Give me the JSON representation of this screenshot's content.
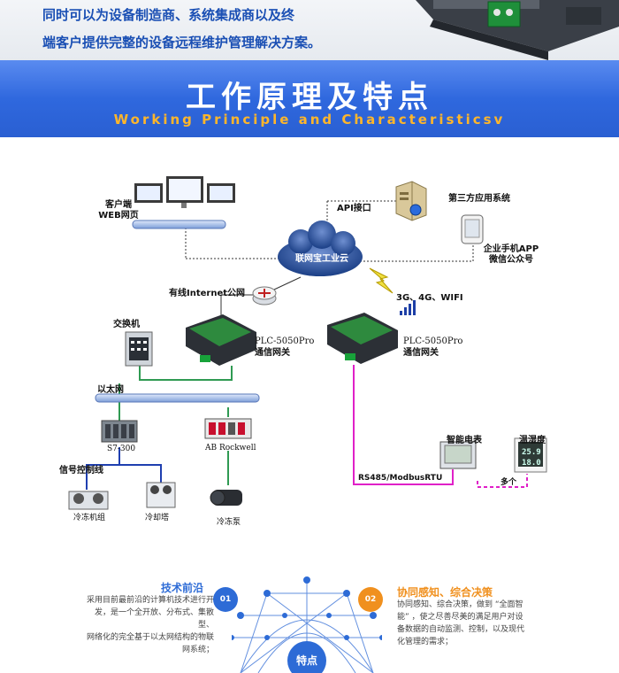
{
  "intro": {
    "line1": "同时可以为设备制造商、系统集成商以及终",
    "line2": "端客户提供完整的设备远程维护管理解决方案。"
  },
  "section": {
    "title": "工作原理及特点",
    "subtitle": "Working Principle and Characteristicsv"
  },
  "diagram": {
    "client_web": [
      "客户端",
      "WEB网页"
    ],
    "api": "API接口",
    "third_party": "第三方应用系统",
    "mobile_app": [
      "企业手机APP",
      "微信公众号"
    ],
    "cloud": "联网宝工业云",
    "internet": "有线Internet公网",
    "wireless": "3G、4G、WIFI",
    "switch": "交换机",
    "gateway1": [
      "PLC-5050Pro",
      "通信网关"
    ],
    "gateway2": [
      "PLC-5050Pro",
      "通信网关"
    ],
    "ethernet": "以太网",
    "plc1": "S7-300",
    "plc2": "AB Rockwell",
    "signal": "信号控制线",
    "chiller": "冷冻机组",
    "tower": "冷却塔",
    "pump": "冷冻泵",
    "meter": "智能电表",
    "temp": "温湿度",
    "temp_readings": [
      "25.9",
      "18.0"
    ],
    "rs485": "RS485/ModbusRTU",
    "many": "多个"
  },
  "features": {
    "center": "特点",
    "f1": {
      "num": "01",
      "title": "技术前沿",
      "text": [
        "采用目前最前沿的计算机技术进行开",
        "发，是一个全开放、分布式、集散型、",
        "网络化的完全基于以太网结构的物联",
        "网系统；"
      ]
    },
    "f2": {
      "num": "02",
      "title": "协同感知、综合决策",
      "text": [
        "协同感知、综合决策，做到 “全面智",
        "能” ，使之尽善尽美的满足用户对设",
        "备数据的自动监测、控制，以及现代",
        "化管理的需求；"
      ]
    }
  },
  "colors": {
    "band": "#2f68de",
    "accent_orange": "#ffb62a",
    "eth_green": "#2f9a52",
    "serial_magenta": "#e020c8",
    "signal_blue": "#1f3fb0",
    "feature_blue": "#2d6bd6",
    "feature_orange": "#f0901e"
  }
}
